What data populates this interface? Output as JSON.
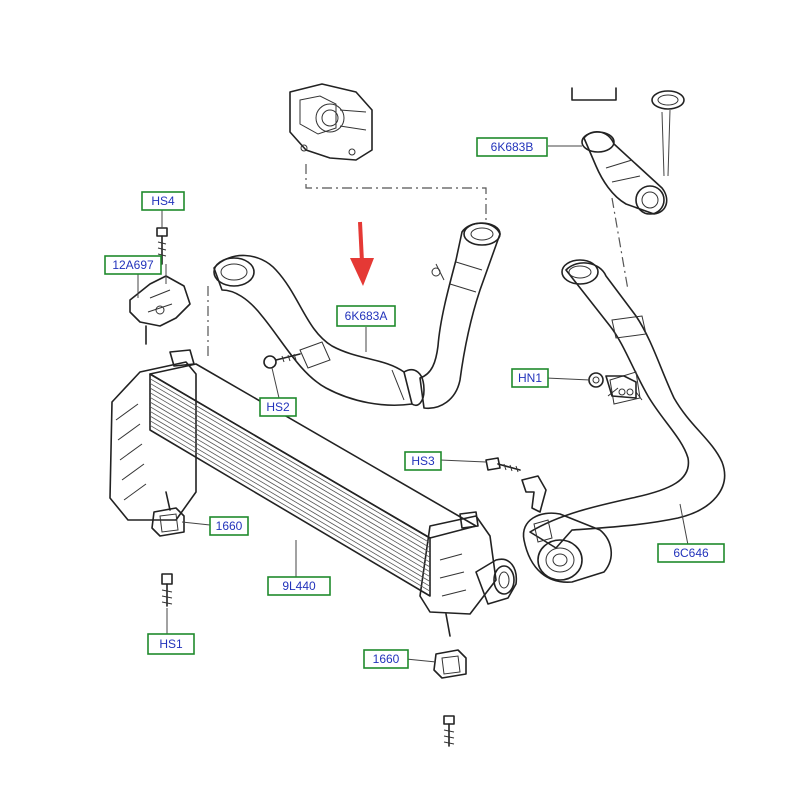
{
  "colors": {
    "callout_border": "#1f8a2c",
    "callout_text": "#2233bb",
    "arrow": "#e53935",
    "line": "#222222"
  },
  "callouts": {
    "hs4": "HS4",
    "part_12a697": "12A697",
    "part_6k683a": "6K683A",
    "part_6k683b": "6K683B",
    "hs2": "HS2",
    "hn1": "HN1",
    "hs3": "HS3",
    "part_1660_left": "1660",
    "part_9l440": "9L440",
    "part_6c646": "6C646",
    "hs1": "HS1",
    "part_1660_bottom": "1660"
  }
}
